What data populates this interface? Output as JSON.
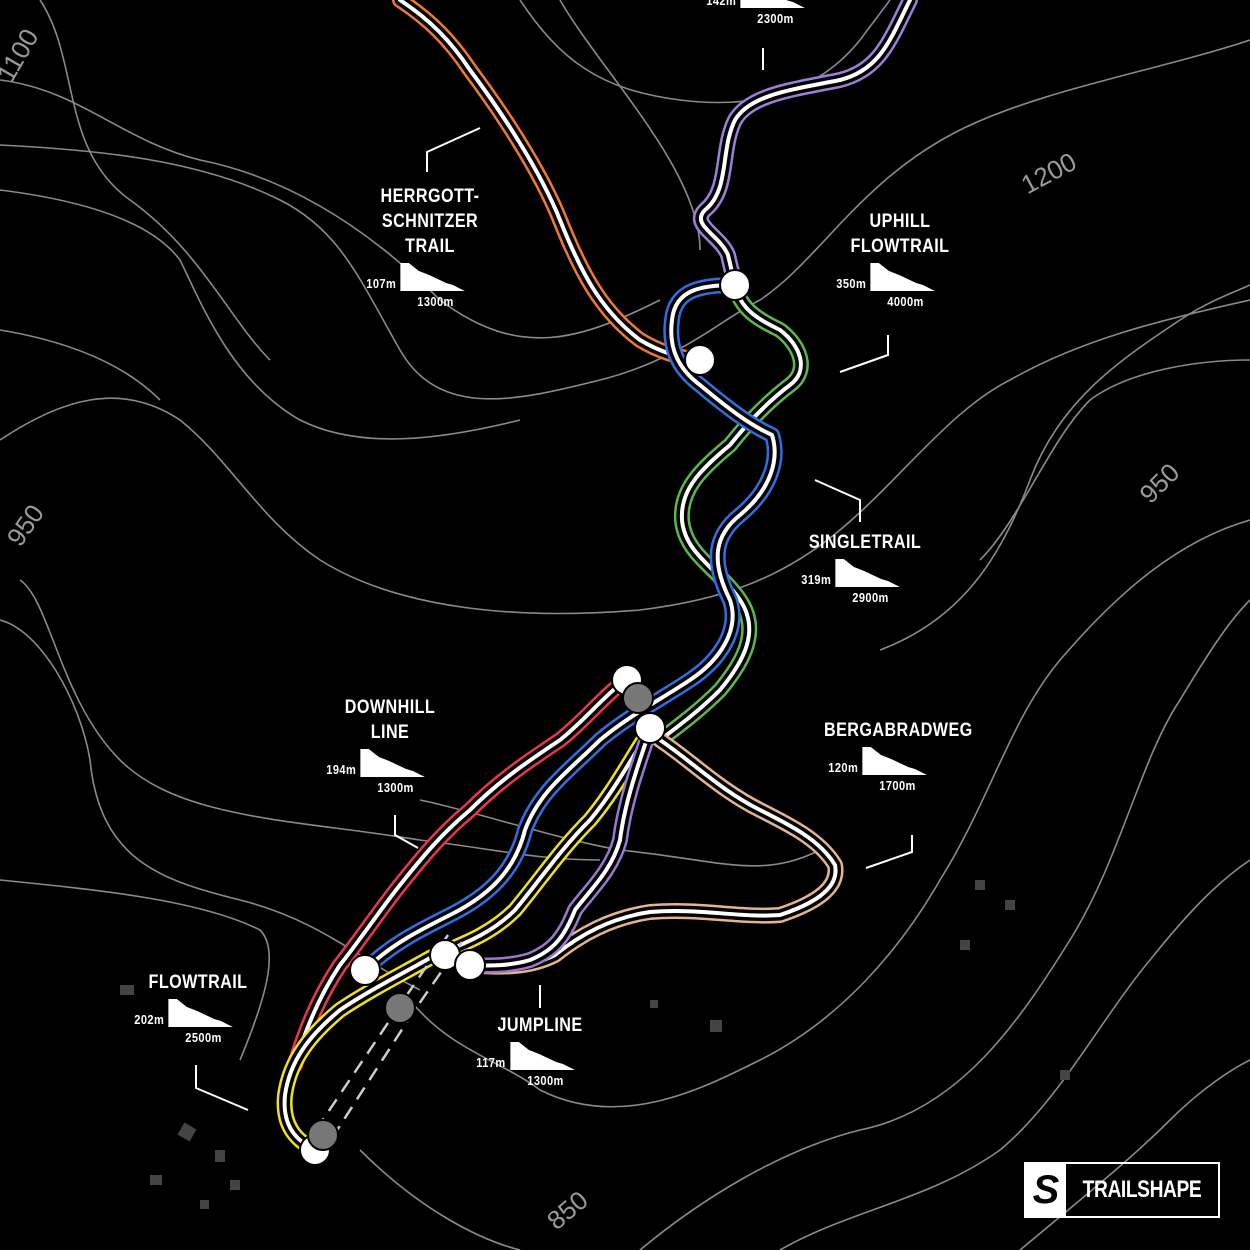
{
  "trails": [
    {
      "name": "HERRGOTT-\nSCHNITZER\nTRAIL",
      "ascent": "107m",
      "length": "1300m",
      "color": "#f07830"
    },
    {
      "name": "",
      "ascent": "142m",
      "length": "2300m",
      "color": "#9b7fd8"
    },
    {
      "name": "UPHILL\nFLOWTRAIL",
      "ascent": "350m",
      "length": "4000m",
      "color": "#5cb84a"
    },
    {
      "name": "SINGLETRAIL",
      "ascent": "319m",
      "length": "2900m",
      "color": "#2f6fe0"
    },
    {
      "name": "DOWNHILL\nLINE",
      "ascent": "194m",
      "length": "1300m",
      "color": "#e8364a"
    },
    {
      "name": "BERGABRADWEG",
      "ascent": "120m",
      "length": "1700m",
      "color": "#e6b48a"
    },
    {
      "name": "FLOWTRAIL",
      "ascent": "202m",
      "length": "2500m",
      "color": "#f0e020"
    },
    {
      "name": "JUMPLINE",
      "ascent": "117m",
      "length": "1300m",
      "color": "#9a78d0"
    }
  ],
  "contour_labels": [
    "1100",
    "1200",
    "950",
    "950",
    "850"
  ],
  "logo": {
    "mark": "S",
    "text": "TRAILSHAPE"
  }
}
